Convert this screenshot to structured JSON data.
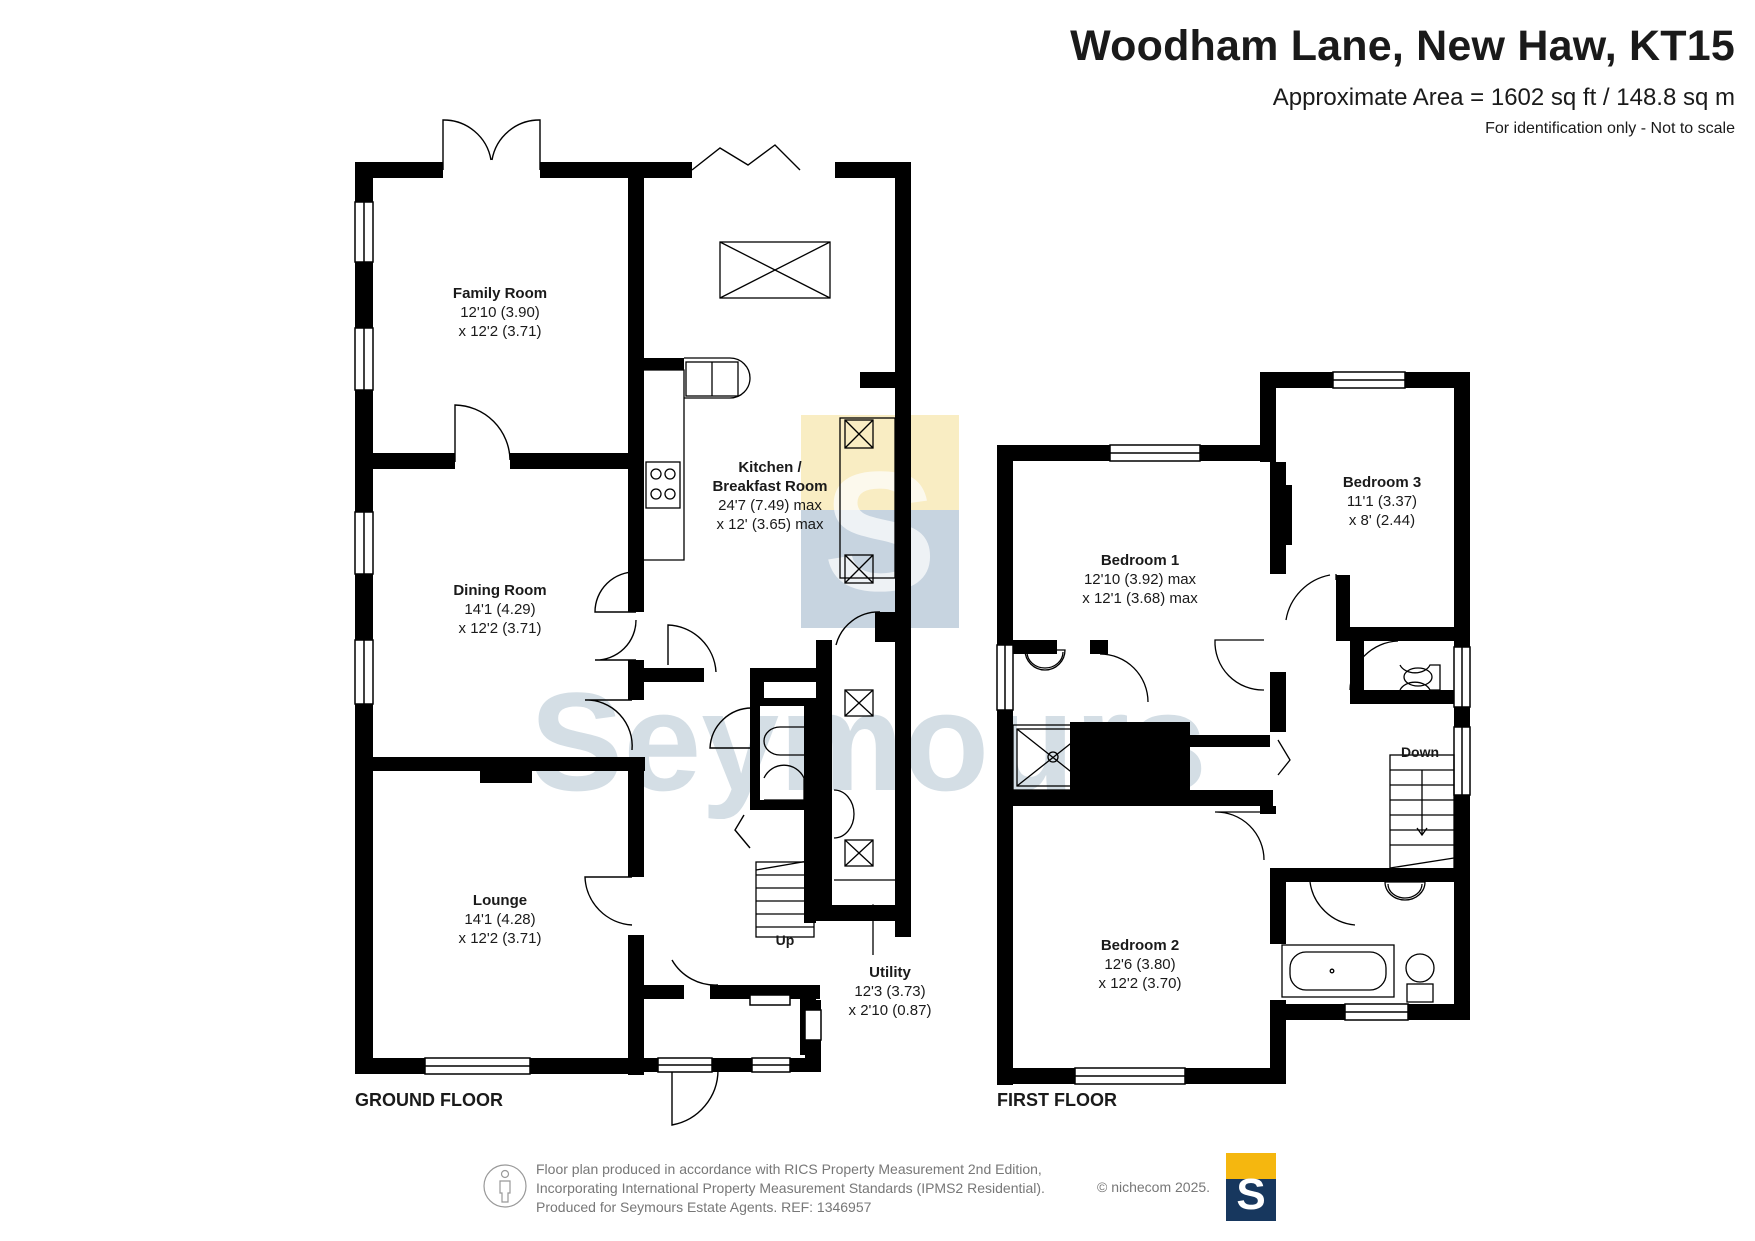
{
  "header": {
    "title": "Woodham Lane, New Haw, KT15",
    "area": "Approximate Area = 1602 sq ft / 148.8 sq m",
    "note": "For identification only - Not to scale"
  },
  "floors": {
    "ground": "GROUND FLOOR",
    "first": "FIRST FLOOR"
  },
  "rooms": {
    "family_room": {
      "name": "Family Room",
      "dim1": "12'10 (3.90)",
      "dim2": "x 12'2 (3.71)"
    },
    "kitchen": {
      "name1": "Kitchen /",
      "name2": "Breakfast Room",
      "dim1": "24'7 (7.49) max",
      "dim2": "x 12' (3.65) max"
    },
    "dining_room": {
      "name": "Dining Room",
      "dim1": "14'1 (4.29)",
      "dim2": "x 12'2 (3.71)"
    },
    "lounge": {
      "name": "Lounge",
      "dim1": "14'1 (4.28)",
      "dim2": "x 12'2 (3.71)"
    },
    "utility": {
      "name": "Utility",
      "dim1": "12'3 (3.73)",
      "dim2": "x 2'10 (0.87)"
    },
    "bedroom1": {
      "name": "Bedroom 1",
      "dim1": "12'10 (3.92) max",
      "dim2": "x 12'1 (3.68) max"
    },
    "bedroom2": {
      "name": "Bedroom 2",
      "dim1": "12'6 (3.80)",
      "dim2": "x 12'2 (3.70)"
    },
    "bedroom3": {
      "name": "Bedroom 3",
      "dim1": "11'1 (3.37)",
      "dim2": "x 8' (2.44)"
    }
  },
  "stairs": {
    "up": "Up",
    "down": "Down"
  },
  "watermark": "Seymours",
  "footer": {
    "line1": "Floor plan produced in accordance with RICS Property Measurement 2nd Edition,",
    "line2": "Incorporating International Property Measurement Standards (IPMS2 Residential).",
    "line3": "Produced for Seymours Estate Agents.     REF: 1346957",
    "copyright": "© nichecom 2025.",
    "badge_letter": "S"
  },
  "colors": {
    "wall": "#000000",
    "watermark_text": "#c9d6df",
    "logo_yellow": "#f7e7b0",
    "logo_blue": "#b5c6d6",
    "badge_yellow": "#f5b70f",
    "badge_navy": "#17375e"
  }
}
